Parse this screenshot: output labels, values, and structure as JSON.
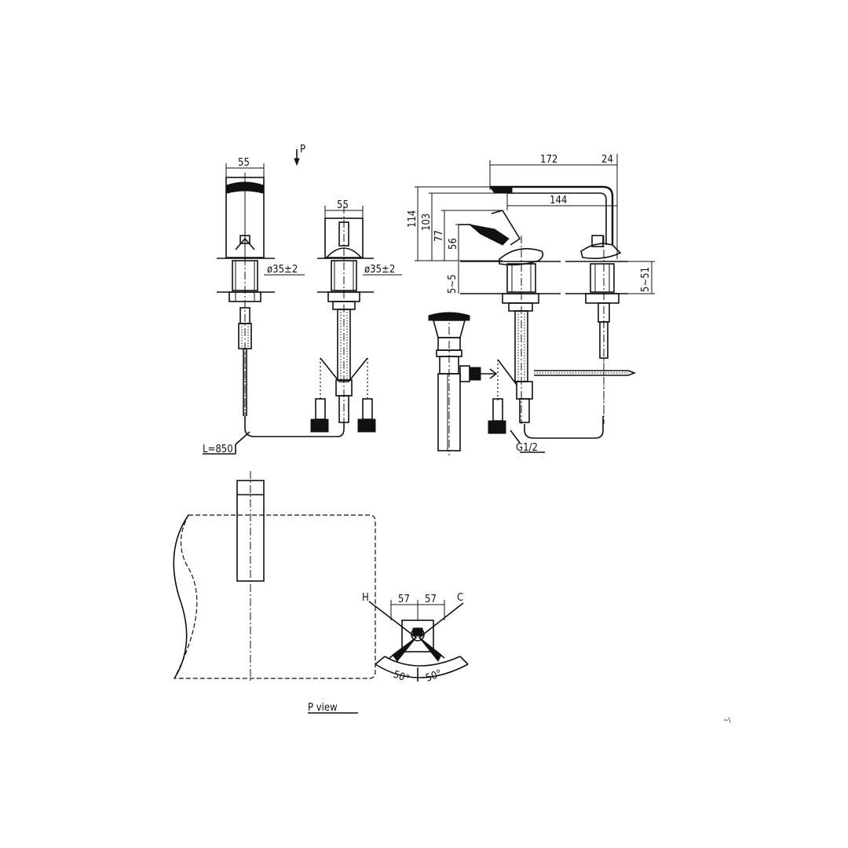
{
  "labels": {
    "width_handle_left": "55",
    "width_handle_center": "55",
    "hole_dia_left": "ø35±2",
    "hole_dia_center": "ø35±2",
    "arrow_p": "P",
    "spout_reach_total": "172",
    "spout_tip": "24",
    "spout_reach_inner": "144",
    "height_114": "114",
    "height_103": "103",
    "height_77": "77",
    "height_56": "56",
    "deck_range_left": "5~5",
    "deck_range_right": "5~51",
    "hose_length": "L=850",
    "thread": "G1/2",
    "hot": "H",
    "cold": "C",
    "spacing_left": "57",
    "spacing_right": "57",
    "angle_left": "50°",
    "angle_right": "50°",
    "view_title": "P view",
    "corner_mark": "~\\"
  }
}
